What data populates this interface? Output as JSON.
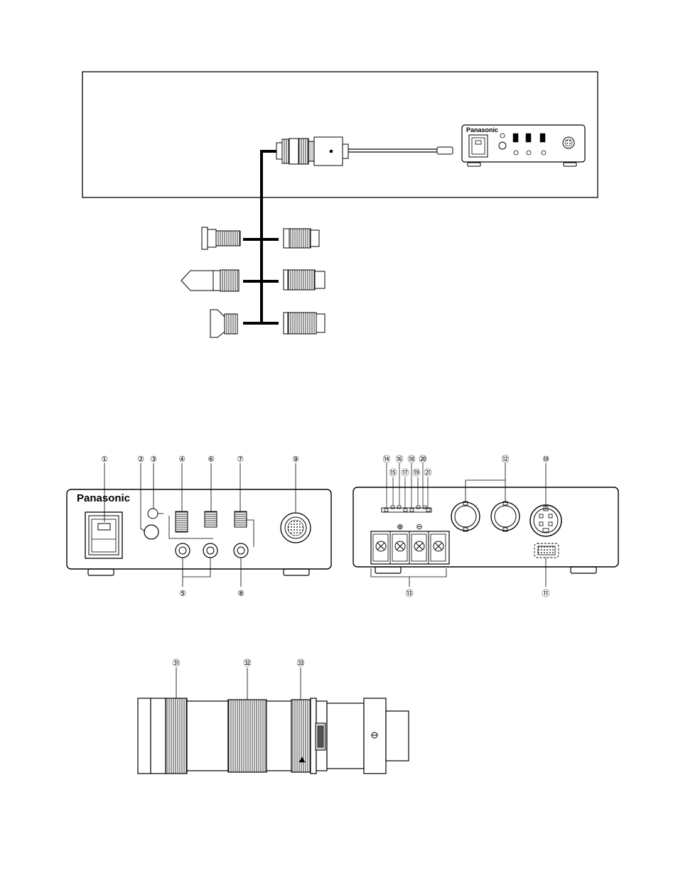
{
  "brand": {
    "logo_text_large": "Panasonic",
    "logo_text_small": "Panasonic"
  },
  "front_callouts": [
    "①",
    "②",
    "③",
    "④",
    "⑥",
    "⑦",
    "⑨",
    "⑤",
    "⑧"
  ],
  "rear_callouts": [
    "⑭",
    "⑯",
    "⑱",
    "⑳",
    "⑮",
    "⑰",
    "⑲",
    "㉑",
    "⑫",
    "⑩",
    "⑬",
    "⑪"
  ],
  "terminal_marks": [
    "⊕",
    "⊖"
  ],
  "lens_callouts": [
    "㉛",
    "㉜",
    "㉝"
  ],
  "colors": {
    "line": "#000000",
    "fill": "#ffffff",
    "shade": "#d0d0d0",
    "dark": "#555555"
  }
}
